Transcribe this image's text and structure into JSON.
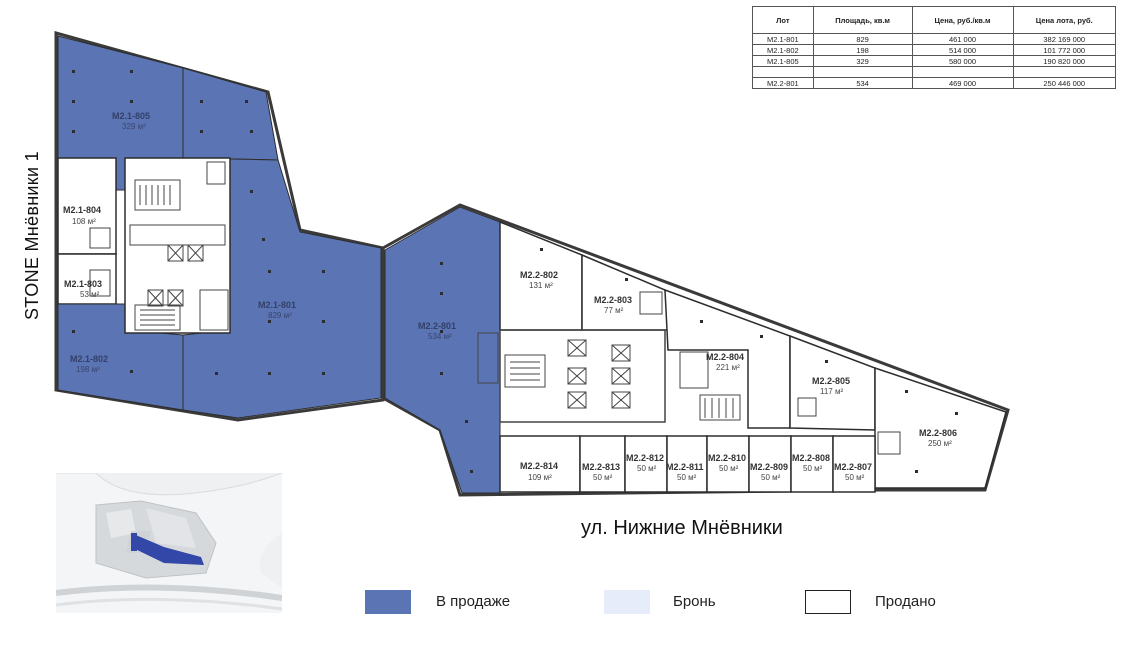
{
  "title_side": "STONE Мнёвники 1",
  "street": "ул. Нижние Мнёвники",
  "colors": {
    "for_sale": "#5b74b3",
    "reserved": "#e7ecfb",
    "sold": "#ffffff",
    "wall": "#3a3a3a"
  },
  "price_table": {
    "headers": [
      "Лот",
      "Площадь, кв.м",
      "Цена, руб./кв.м",
      "Цена лота, руб."
    ],
    "rows": [
      [
        "М2.1-801",
        "829",
        "461 000",
        "382 169 000"
      ],
      [
        "М2.1-802",
        "198",
        "514 000",
        "101 772 000"
      ],
      [
        "М2.1-805",
        "329",
        "580 000",
        "190 820 000"
      ],
      [
        "",
        "",
        "",
        ""
      ],
      [
        "М2.2-801",
        "534",
        "469 000",
        "250 446 000"
      ]
    ]
  },
  "lots": [
    {
      "id": "M2.1-805",
      "label": "М2.1-805",
      "area": "329 м²",
      "status": "for_sale"
    },
    {
      "id": "M2.1-804",
      "label": "М2.1-804",
      "area": "108 м²",
      "status": "sold"
    },
    {
      "id": "M2.1-803",
      "label": "М2.1-803",
      "area": "53 м²",
      "status": "sold"
    },
    {
      "id": "M2.1-802",
      "label": "М2.1-802",
      "area": "198 м²",
      "status": "for_sale"
    },
    {
      "id": "M2.1-801",
      "label": "М2.1-801",
      "area": "829 м²",
      "status": "for_sale"
    },
    {
      "id": "M2.2-801",
      "label": "М2.2-801",
      "area": "534 м²",
      "status": "for_sale"
    },
    {
      "id": "M2.2-802",
      "label": "М2.2-802",
      "area": "131 м²",
      "status": "sold"
    },
    {
      "id": "M2.2-803",
      "label": "М2.2-803",
      "area": "77 м²",
      "status": "sold"
    },
    {
      "id": "M2.2-804",
      "label": "М2.2-804",
      "area": "221 м²",
      "status": "sold"
    },
    {
      "id": "M2.2-805",
      "label": "М2.2-805",
      "area": "117 м²",
      "status": "sold"
    },
    {
      "id": "M2.2-806",
      "label": "М2.2-806",
      "area": "250 м²",
      "status": "sold"
    },
    {
      "id": "M2.2-807",
      "label": "М2.2-807",
      "area": "50 м²",
      "status": "sold"
    },
    {
      "id": "M2.2-808",
      "label": "М2.2-808",
      "area": "50 м²",
      "status": "sold"
    },
    {
      "id": "M2.2-809",
      "label": "М2.2-809",
      "area": "50 м²",
      "status": "sold"
    },
    {
      "id": "M2.2-810",
      "label": "М2.2-810",
      "area": "50 м²",
      "status": "sold"
    },
    {
      "id": "M2.2-811",
      "label": "М2.2-811",
      "area": "50 м²",
      "status": "sold"
    },
    {
      "id": "M2.2-812",
      "label": "М2.2-812",
      "area": "50 м²",
      "status": "sold"
    },
    {
      "id": "M2.2-813",
      "label": "М2.2-813",
      "area": "50 м²",
      "status": "sold"
    },
    {
      "id": "M2.2-814",
      "label": "М2.2-814",
      "area": "109 м²",
      "status": "sold"
    }
  ],
  "legend": [
    {
      "key": "for_sale",
      "label": "В продаже"
    },
    {
      "key": "reserved",
      "label": "Бронь"
    },
    {
      "key": "sold",
      "label": "Продано"
    }
  ]
}
